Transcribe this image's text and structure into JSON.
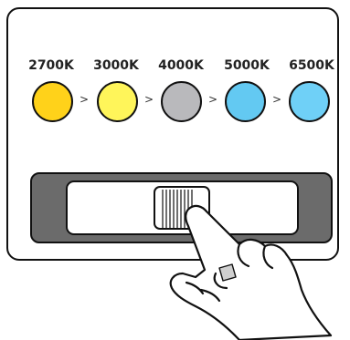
{
  "color_temperatures": [
    {
      "label": "2700K",
      "color": "#ffd21a"
    },
    {
      "label": "3000K",
      "color": "#fff55a"
    },
    {
      "label": "4000K",
      "color": "#b9b9bc"
    },
    {
      "label": "5000K",
      "color": "#63c9f2"
    },
    {
      "label": "6500K",
      "color": "#6fd0f7"
    }
  ],
  "arrow_glyph": ">",
  "colors": {
    "outline": "#111111",
    "track": "#6b6b6b",
    "background": "#ffffff"
  },
  "icons": {
    "hand": "pointing-hand-icon"
  }
}
